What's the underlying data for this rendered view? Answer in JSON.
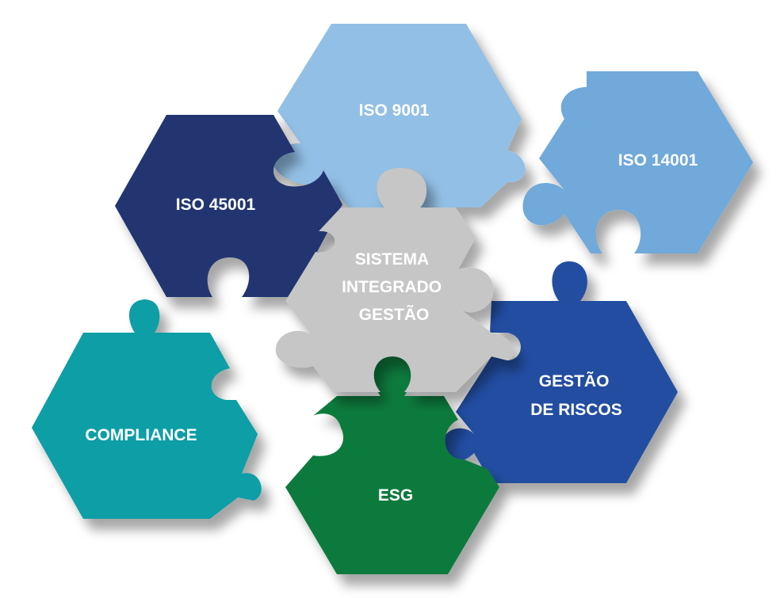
{
  "pieces": [
    {
      "id": "iso-9001",
      "lines": [
        "ISO 9001"
      ],
      "color": "#92bfe5"
    },
    {
      "id": "iso-14001",
      "lines": [
        "ISO 14001"
      ],
      "color": "#6fa9da"
    },
    {
      "id": "iso-45001",
      "lines": [
        "ISO 45001"
      ],
      "color": "#22366f"
    },
    {
      "id": "sistema-integrado",
      "lines": [
        "SISTEMA",
        "INTEGRADO",
        "GESTÃO"
      ],
      "color": "#c6c6c6"
    },
    {
      "id": "gestao-de-riscos",
      "lines": [
        "GESTÃO",
        "DE RISCOS"
      ],
      "color": "#214ea1"
    },
    {
      "id": "compliance",
      "lines": [
        "COMPLIANCE"
      ],
      "color": "#0b9ea6"
    },
    {
      "id": "esg",
      "lines": [
        "ESG"
      ],
      "color": "#0a7a3c"
    }
  ]
}
